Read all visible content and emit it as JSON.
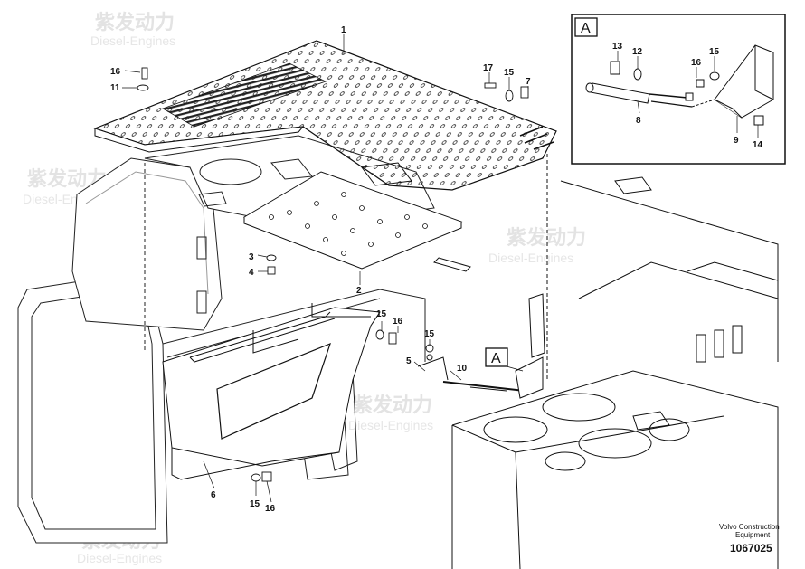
{
  "watermark": {
    "cn": "紫发动力",
    "en": "Diesel-Engines"
  },
  "callouts": [
    {
      "id": "c1",
      "text": "1"
    },
    {
      "id": "c16a",
      "text": "16"
    },
    {
      "id": "c11",
      "text": "11"
    },
    {
      "id": "c17",
      "text": "17"
    },
    {
      "id": "c15a",
      "text": "15"
    },
    {
      "id": "c7",
      "text": "7"
    },
    {
      "id": "c3",
      "text": "3"
    },
    {
      "id": "c4",
      "text": "4"
    },
    {
      "id": "c2",
      "text": "2"
    },
    {
      "id": "c15b",
      "text": "15"
    },
    {
      "id": "c16b",
      "text": "16"
    },
    {
      "id": "c15c",
      "text": "15"
    },
    {
      "id": "c5",
      "text": "5"
    },
    {
      "id": "c10",
      "text": "10"
    },
    {
      "id": "c6",
      "text": "6"
    },
    {
      "id": "c15d",
      "text": "15"
    },
    {
      "id": "c16c",
      "text": "16"
    },
    {
      "id": "i13",
      "text": "13"
    },
    {
      "id": "i12",
      "text": "12"
    },
    {
      "id": "i15",
      "text": "15"
    },
    {
      "id": "i16",
      "text": "16"
    },
    {
      "id": "i8",
      "text": "8"
    },
    {
      "id": "i9",
      "text": "9"
    },
    {
      "id": "i14",
      "text": "14"
    }
  ],
  "detail_marker": "A",
  "inset_marker": "A",
  "caption": {
    "line1": "Volvo Construction",
    "line2": "Equipment"
  },
  "doc_number": "1067025"
}
